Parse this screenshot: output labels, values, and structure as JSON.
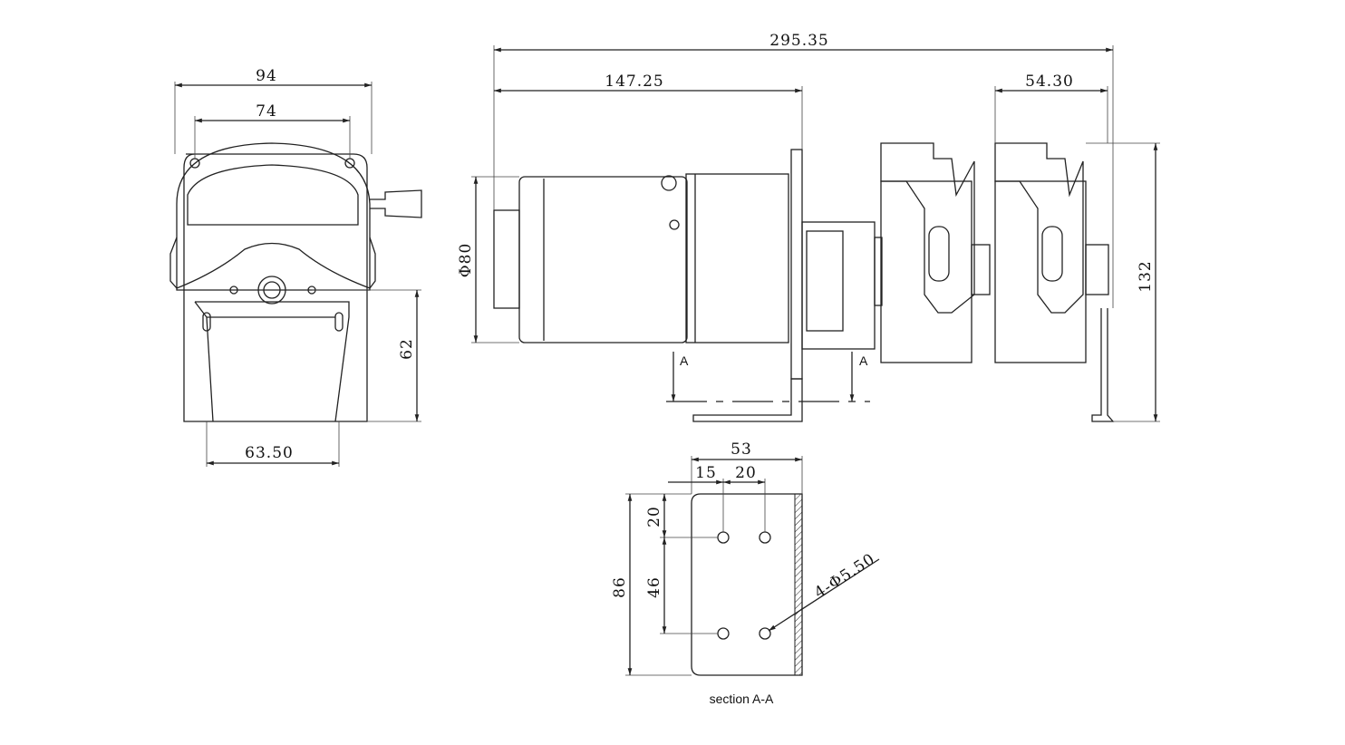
{
  "front_view": {
    "width_overall": "94",
    "width_inner": "74",
    "height": "62",
    "width_base": "63.50"
  },
  "side_view": {
    "length_overall": "295.35",
    "length_motor": "147.25",
    "length_head": "54.30",
    "motor_diameter": "Φ80",
    "height": "132",
    "section_mark_left": "A",
    "section_mark_right": "A"
  },
  "section": {
    "width": "53",
    "offset_x": "15",
    "spacing_x": "20",
    "offset_y": "20",
    "spacing_y": "46",
    "height": "86",
    "holes": "4-Φ5.50",
    "caption": "section A-A"
  }
}
